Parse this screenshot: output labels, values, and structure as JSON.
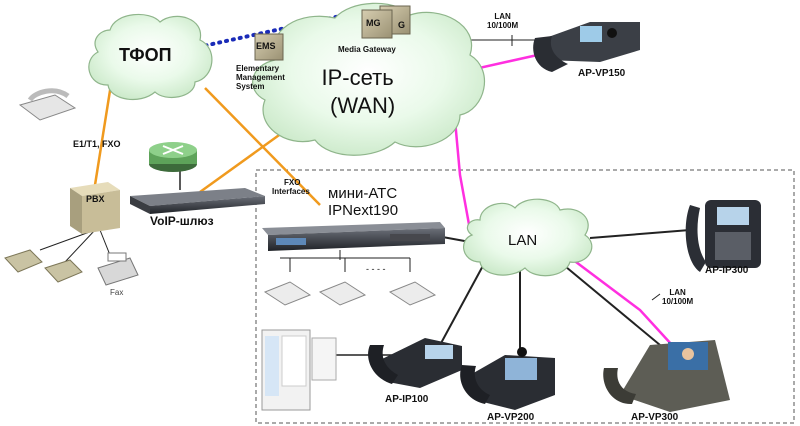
{
  "nodes": {
    "pstn": "ТФОП",
    "ems": "EMS",
    "mg": "MG",
    "g": "G",
    "media_gateway": "Media Gateway",
    "ems_full": [
      "Elementary",
      "Management",
      "System"
    ],
    "ip_network": [
      "IP-сеть",
      "(WAN)"
    ],
    "lan": "LAN",
    "pbx": "PBX",
    "voip_gateway": "VoIP-шлюз",
    "fax": "Fax",
    "mini_pbx": [
      "мини-АТС",
      "IPNext190"
    ]
  },
  "links": {
    "lan_top": [
      "LAN",
      "10/100M"
    ],
    "lan_bottom": [
      "LAN",
      "10/100M"
    ],
    "e1": "E1/T1, FXO",
    "fxo": [
      "FXO",
      "Interfaces"
    ],
    "dashes": "- - - -"
  },
  "devices": {
    "vp150": "AP-VP150",
    "ip300": "AP-IP300",
    "ip100": "AP-IP100",
    "vp200": "AP-VP200",
    "vp300": "AP-VP300"
  },
  "colors": {
    "cloud": "#e4f7df",
    "cloud_stroke": "#7fa87a",
    "orange_link": "#f09a1e",
    "magenta_link": "#ff2fe0",
    "blue_link": "#1a2bb8",
    "frame": "#555555"
  }
}
